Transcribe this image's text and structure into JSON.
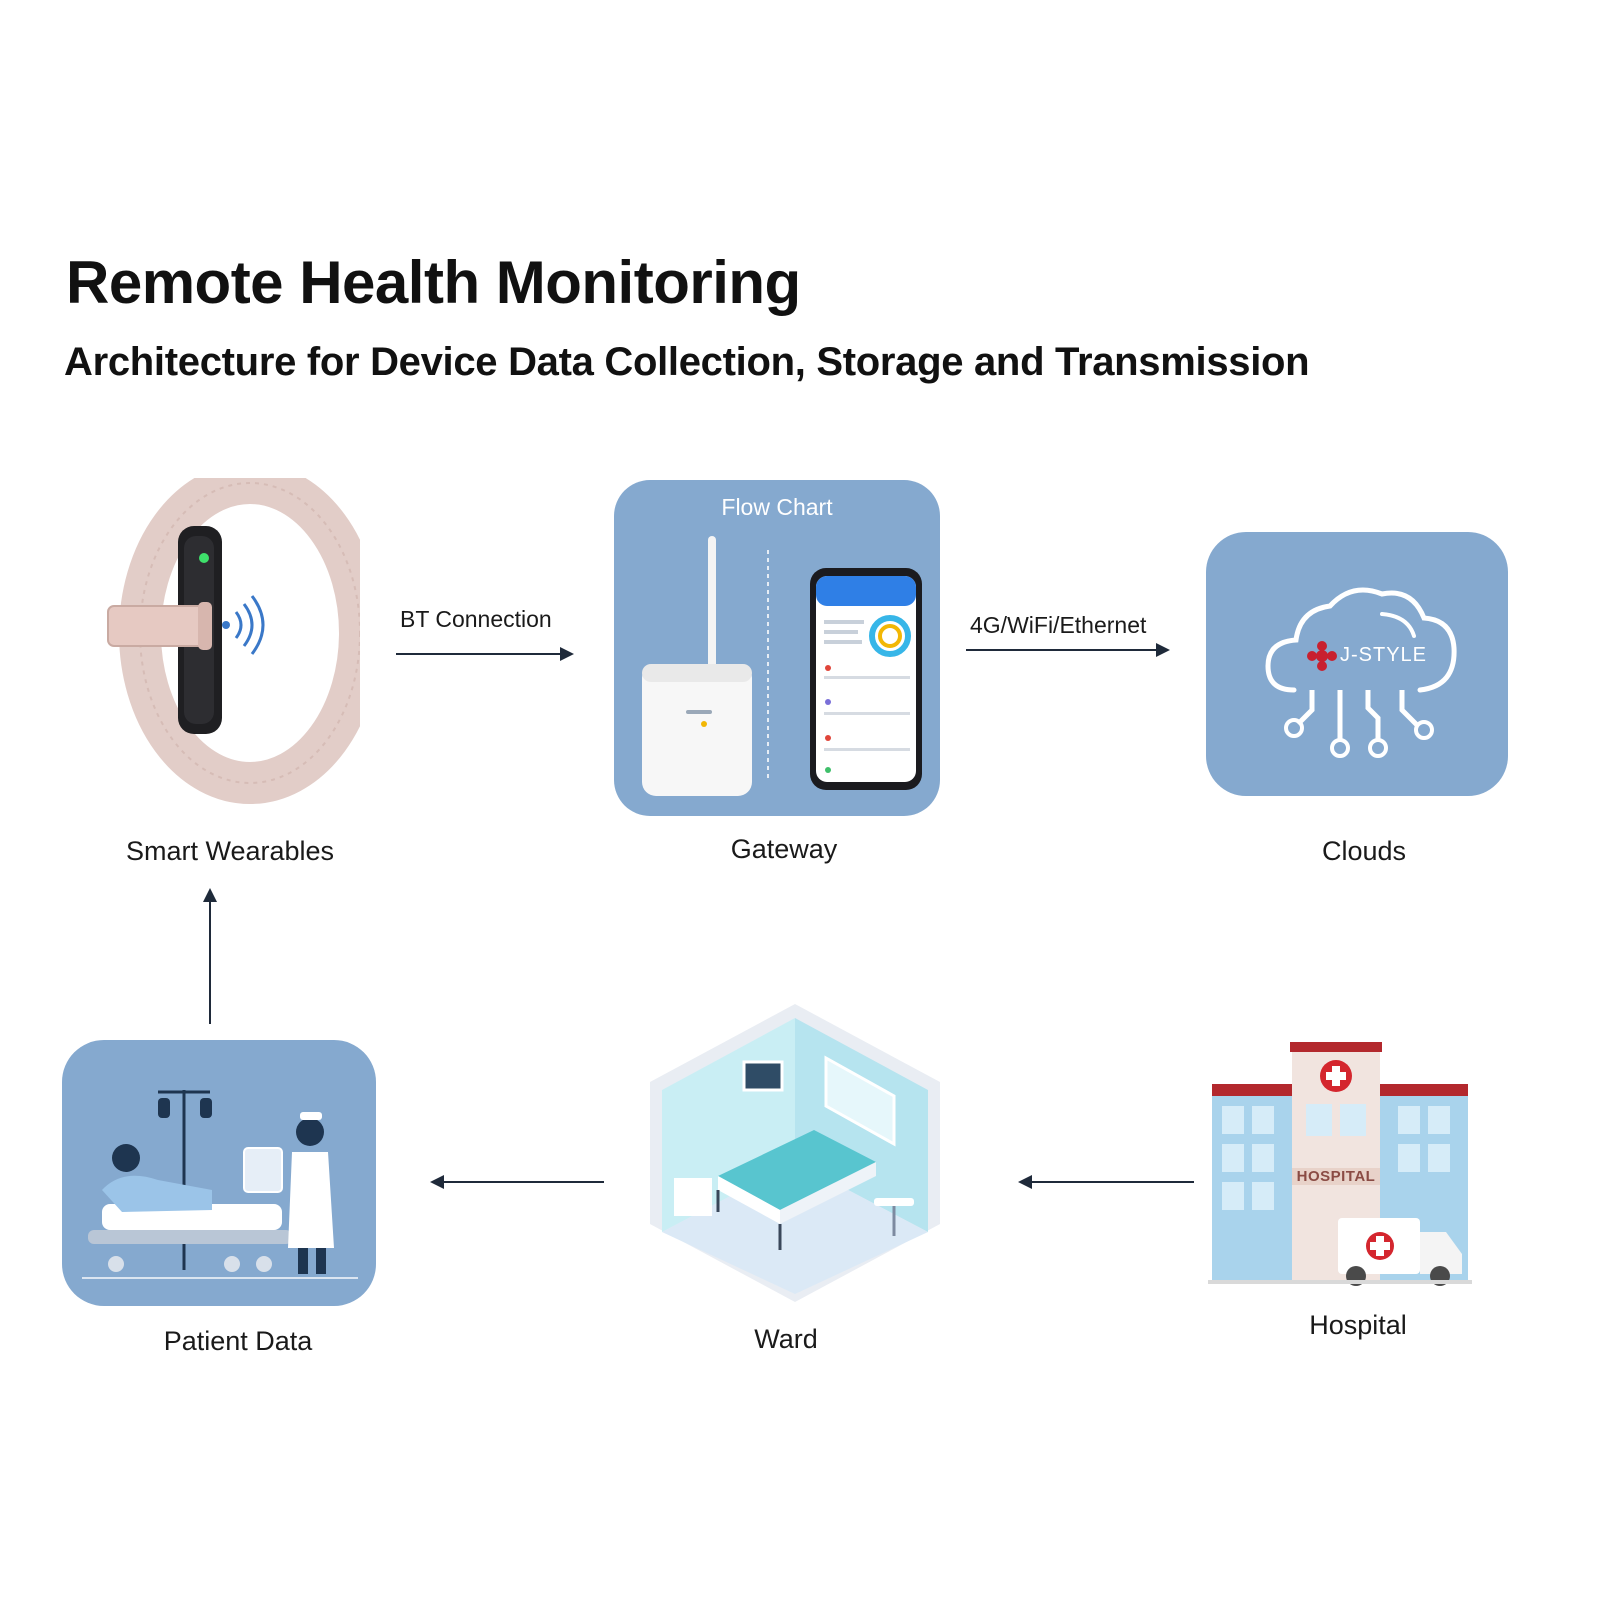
{
  "title": "Remote Health Monitoring",
  "subtitle": "Architecture for Device Data Collection, Storage and Transmission",
  "nodes": {
    "wearables": {
      "label": "Smart Wearables"
    },
    "gateway": {
      "label": "Gateway",
      "panel_title": "Flow Chart"
    },
    "clouds": {
      "label": "Clouds",
      "brand": "J-STYLE"
    },
    "patient": {
      "label": "Patient Data"
    },
    "ward": {
      "label": "Ward"
    },
    "hospital": {
      "label": "Hospital",
      "sign": "HOSPITAL"
    }
  },
  "edges": {
    "bt": {
      "label": "BT Connection"
    },
    "net": {
      "label": "4G/WiFi/Ethernet"
    }
  },
  "colors": {
    "panel": "#85a9cf",
    "arrow": "#1f2a3a",
    "brand_red": "#c8202f"
  }
}
